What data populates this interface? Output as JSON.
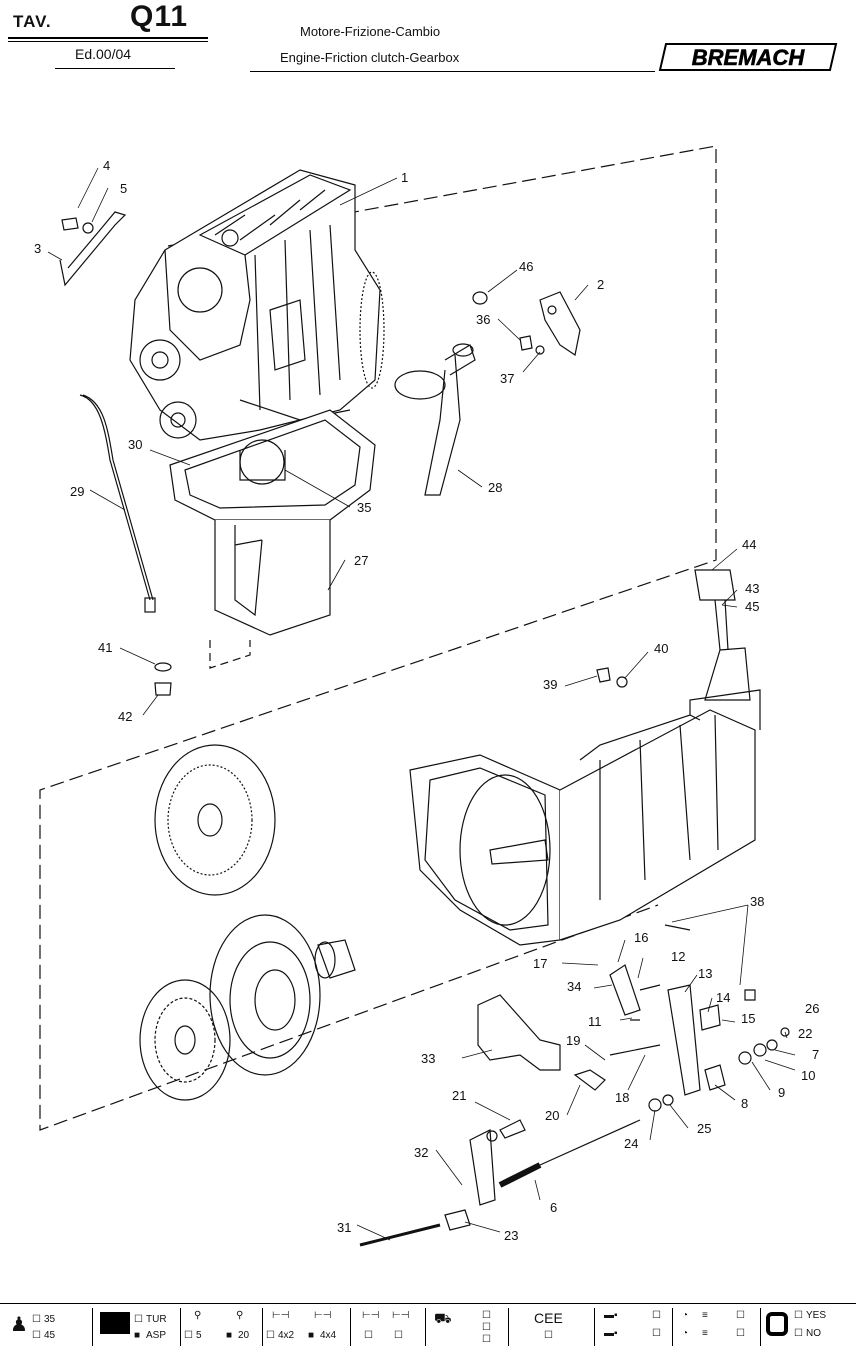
{
  "header": {
    "tav_label": "TAV.",
    "tav_number": "Q11",
    "edition": "Ed.00/04",
    "title_it": "Motore-Frizione-Cambio",
    "title_en": "Engine-Friction clutch-Gearbox",
    "brand": "BREMACH"
  },
  "callouts": [
    "1",
    "2",
    "3",
    "4",
    "5",
    "6",
    "7",
    "8",
    "9",
    "10",
    "11",
    "12",
    "13",
    "14",
    "15",
    "16",
    "17",
    "18",
    "19",
    "20",
    "21",
    "22",
    "23",
    "24",
    "25",
    "26",
    "27",
    "28",
    "29",
    "30",
    "31",
    "32",
    "33",
    "34",
    "35",
    "36",
    "37",
    "38",
    "39",
    "40",
    "41",
    "42",
    "43",
    "44",
    "45",
    "46"
  ],
  "footer": {
    "w35": "35",
    "w45": "45",
    "tur": "TUR",
    "asp": "ASP",
    "g5": "5",
    "g20": "20",
    "d4x2": "4x2",
    "d4x4": "4x4",
    "cee": "CEE",
    "yes": "YES",
    "no": "NO"
  }
}
